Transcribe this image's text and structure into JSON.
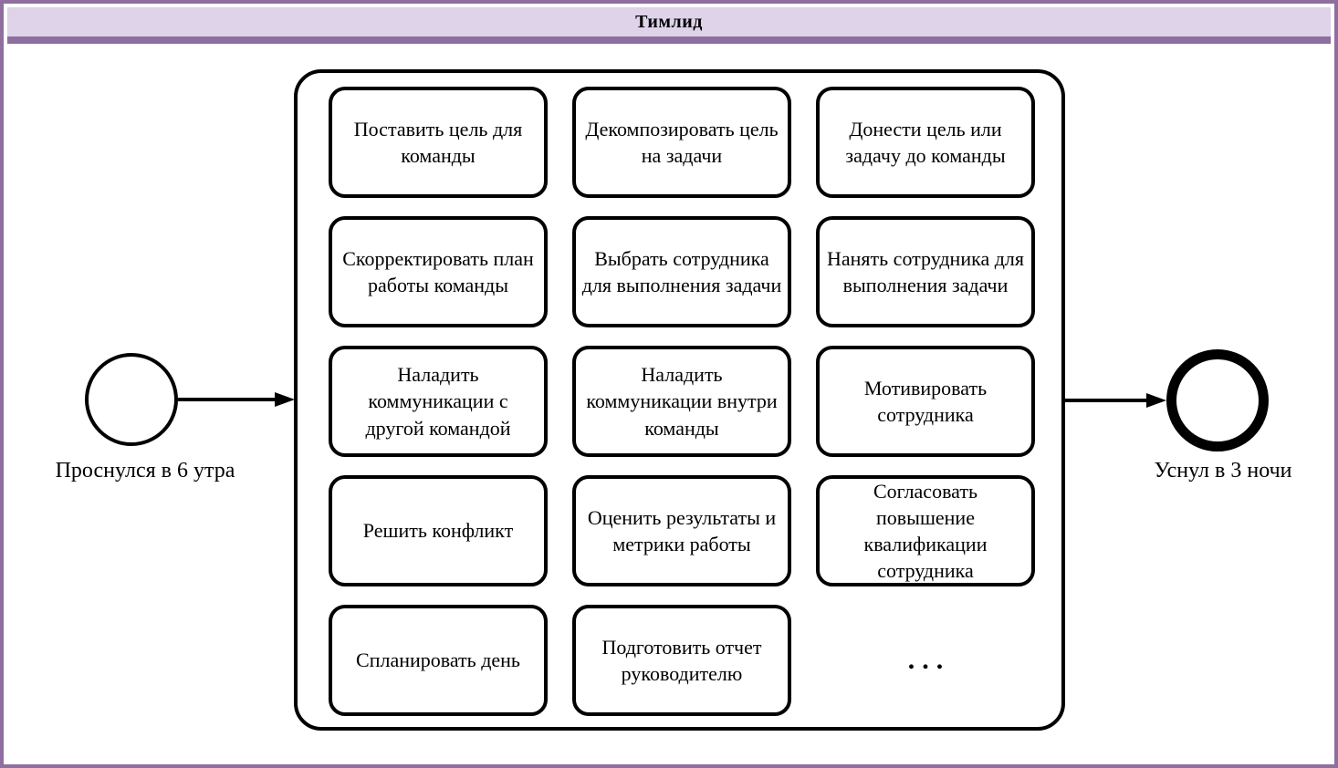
{
  "pool": {
    "title": "Тимлид"
  },
  "start_event": {
    "label": "Проснулся в 6 утра"
  },
  "end_event": {
    "label": "Уснул в 3 ночи"
  },
  "tasks": [
    {
      "label": "Поставить цель для команды"
    },
    {
      "label": "Декомпозировать цель на задачи"
    },
    {
      "label": "Донести цель или задачу до команды"
    },
    {
      "label": "Скорректировать план работы команды"
    },
    {
      "label": "Выбрать сотрудника для выполнения задачи"
    },
    {
      "label": "Нанять сотрудника для выполнения задачи"
    },
    {
      "label": "Наладить коммуникации с другой командой"
    },
    {
      "label": "Наладить коммуникации внутри команды"
    },
    {
      "label": "Мотивировать сотрудника"
    },
    {
      "label": "Решить конфликт"
    },
    {
      "label": "Оценить результаты и метрики работы"
    },
    {
      "label": "Согласовать повышение квалификации сотрудника"
    },
    {
      "label": "Спланировать день"
    },
    {
      "label": "Подготовить отчет руководителю"
    },
    {
      "label": "..."
    }
  ],
  "colors": {
    "pool_border": "#8e6fa0",
    "pool_header_fill": "#ded3e9",
    "shape_stroke": "#000000",
    "background": "#ffffff"
  }
}
